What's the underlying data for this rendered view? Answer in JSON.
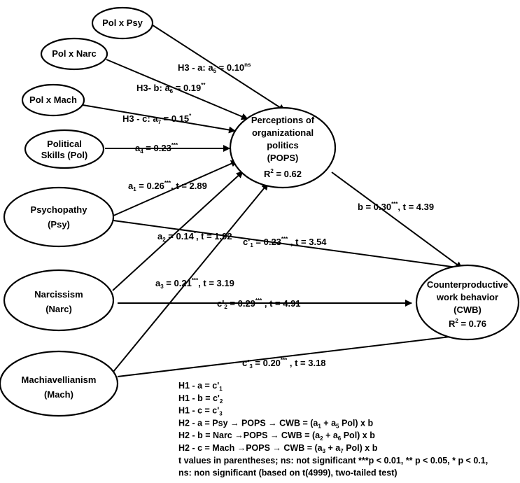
{
  "nodes": [
    {
      "id": "pol_psy",
      "lines": [
        "Pol x Psy"
      ]
    },
    {
      "id": "pol_narc",
      "lines": [
        "Pol x Narc"
      ]
    },
    {
      "id": "pol_mach",
      "lines": [
        "Pol x Mach"
      ]
    },
    {
      "id": "pol",
      "lines": [
        "Political",
        "Skills (Pol)"
      ]
    },
    {
      "id": "psy",
      "lines": [
        "Psychopathy",
        "(Psy)"
      ]
    },
    {
      "id": "narc",
      "lines": [
        "Narcissism",
        "(Narc)"
      ]
    },
    {
      "id": "mach",
      "lines": [
        "Machiavellianism",
        "(Mach)"
      ]
    },
    {
      "id": "pops",
      "lines": [
        "Perceptions of",
        "organizational",
        "politics",
        "(POPS)"
      ],
      "r2": "= 0.62"
    },
    {
      "id": "cwb",
      "lines": [
        "Counterproductive",
        "work behavior",
        "(CWB)"
      ],
      "r2": "= 0.76"
    }
  ],
  "edge_labels": [
    {
      "id": "h3a",
      "parts": [
        {
          "t": "H3 - a: a"
        },
        {
          "t": "5",
          "s": "sub"
        },
        {
          "t": " = 0.10"
        },
        {
          "t": "ns",
          "s": "sup"
        }
      ]
    },
    {
      "id": "h3b",
      "parts": [
        {
          "t": "H3- b: a"
        },
        {
          "t": "6",
          "s": "sub"
        },
        {
          "t": " = 0.19"
        },
        {
          "t": "**",
          "s": "sup"
        }
      ]
    },
    {
      "id": "h3c",
      "parts": [
        {
          "t": "H3 - c: a"
        },
        {
          "t": "7",
          "s": "sub"
        },
        {
          "t": " = 0.15"
        },
        {
          "t": "*",
          "s": "sup"
        }
      ]
    },
    {
      "id": "a4",
      "parts": [
        {
          "t": "a"
        },
        {
          "t": "4",
          "s": "sub"
        },
        {
          "t": " = 0.23"
        },
        {
          "t": "***",
          "s": "sup"
        }
      ]
    },
    {
      "id": "a1",
      "parts": [
        {
          "t": "a"
        },
        {
          "t": "1",
          "s": "sub"
        },
        {
          "t": " = 0.26"
        },
        {
          "t": "***",
          "s": "sup"
        },
        {
          "t": ", t = 2.89"
        }
      ]
    },
    {
      "id": "a2",
      "parts": [
        {
          "t": "a"
        },
        {
          "t": "2",
          "s": "sub"
        },
        {
          "t": " = 0.14"
        },
        {
          "t": "*",
          "s": "sup"
        },
        {
          "t": ", t = 1.92"
        }
      ]
    },
    {
      "id": "a3",
      "parts": [
        {
          "t": "a"
        },
        {
          "t": "3",
          "s": "sub"
        },
        {
          "t": " = 0.21"
        },
        {
          "t": "***",
          "s": "sup"
        },
        {
          "t": ", t = 3.19"
        }
      ]
    },
    {
      "id": "b",
      "parts": [
        {
          "t": "b = 0.30"
        },
        {
          "t": "***",
          "s": "sup"
        },
        {
          "t": ", t = 4.39"
        }
      ]
    },
    {
      "id": "c1",
      "parts": [
        {
          "t": "c'"
        },
        {
          "t": "1",
          "s": "sub"
        },
        {
          "t": " = 0.23"
        },
        {
          "t": "***",
          "s": "sup"
        },
        {
          "t": " , t = 3.54"
        }
      ]
    },
    {
      "id": "c2",
      "parts": [
        {
          "t": "c'"
        },
        {
          "t": "2",
          "s": "sub"
        },
        {
          "t": " = 0.29"
        },
        {
          "t": "***",
          "s": "sup"
        },
        {
          "t": " , t = 4.91"
        }
      ]
    },
    {
      "id": "c3",
      "parts": [
        {
          "t": "c'"
        },
        {
          "t": "3",
          "s": "sub"
        },
        {
          "t": " = 0.20"
        },
        {
          "t": "***",
          "s": "sup"
        },
        {
          "t": " , t = 3.18"
        }
      ]
    }
  ],
  "footnotes": [
    [
      {
        "t": "H1 - a = c'"
      },
      {
        "t": "1",
        "s": "sub"
      }
    ],
    [
      {
        "t": "H1 - b = c'"
      },
      {
        "t": "2",
        "s": "sub"
      }
    ],
    [
      {
        "t": "H1 - c = c'"
      },
      {
        "t": "3",
        "s": "sub"
      }
    ],
    [
      {
        "t": "H2 - a = Psy → POPS → CWB = (a"
      },
      {
        "t": "1",
        "s": "sub"
      },
      {
        "t": " + a"
      },
      {
        "t": "5",
        "s": "sub"
      },
      {
        "t": " Pol) x b"
      }
    ],
    [
      {
        "t": "H2 - b = Narc →POPS → CWB = (a"
      },
      {
        "t": "2",
        "s": "sub"
      },
      {
        "t": " + a"
      },
      {
        "t": "6",
        "s": "sub"
      },
      {
        "t": " Pol) x b"
      }
    ],
    [
      {
        "t": "H2 - c = Mach →POPS → CWB = (a"
      },
      {
        "t": "3",
        "s": "sub"
      },
      {
        "t": " + a"
      },
      {
        "t": "7",
        "s": "sub"
      },
      {
        "t": " Pol) x b"
      }
    ],
    [
      {
        "t": "t values in parentheses; ns: not significant ***p < 0.01, ** p < 0.05, * p < 0.1,"
      }
    ],
    [
      {
        "t": "ns: non significant (based on t(4999), two-tailed test)"
      }
    ]
  ]
}
